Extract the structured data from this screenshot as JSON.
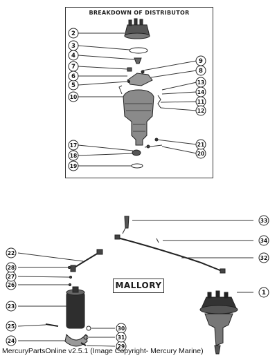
{
  "title": "BREAKDOWN OF DISTRIBUTOR",
  "brand_label": "MALLORY",
  "footer": "MercuryPartsOnline v2.5.1 (Image Copyright- Mercury Marine)",
  "callouts": [
    "1",
    "2",
    "3",
    "4",
    "5",
    "6",
    "7",
    "8",
    "9",
    "10",
    "11",
    "12",
    "13",
    "14",
    "17",
    "18",
    "19",
    "20",
    "21",
    "22",
    "23",
    "24",
    "25",
    "26",
    "27",
    "28",
    "29",
    "30",
    "31",
    "32",
    "33",
    "34"
  ]
}
